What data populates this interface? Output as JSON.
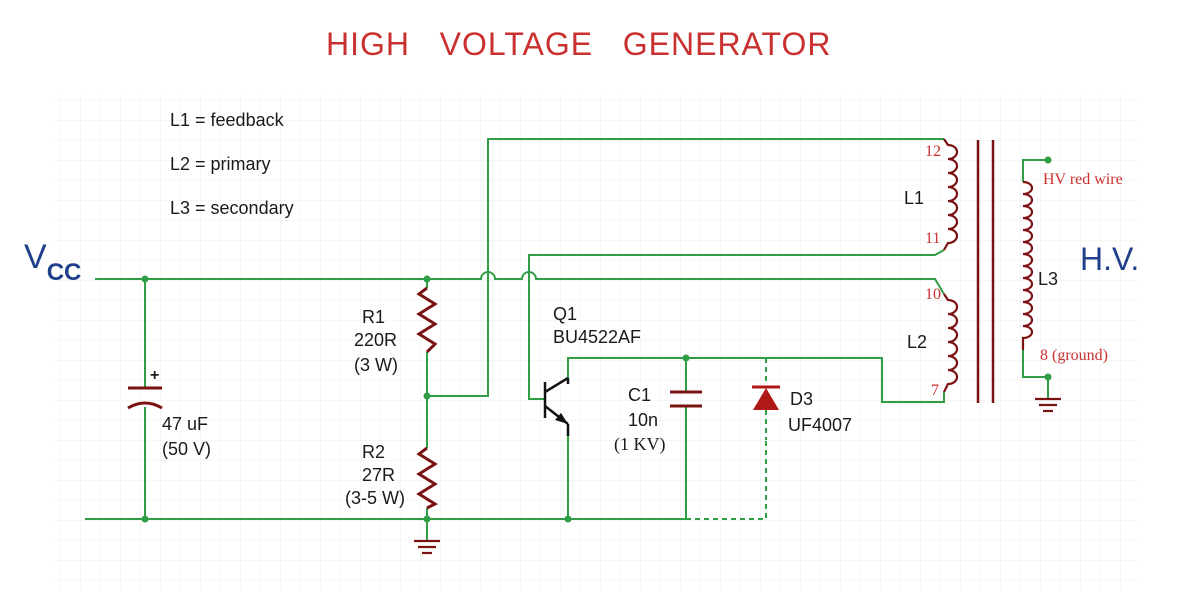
{
  "title": "HIGH   VOLTAGE   GENERATOR",
  "legend": {
    "l1": "L1 = feedback",
    "l2": "L2 = primary",
    "l3": "L3 = secondary"
  },
  "labels": {
    "vcc_v": "V",
    "vcc_sub": "CC",
    "hv": "H.V.",
    "r1_name": "R1",
    "r1_value": "220R",
    "r1_rating": "(3 W)",
    "r2_name": "R2",
    "r2_value": "27R",
    "r2_rating": "(3-5 W)",
    "cap_value": "47 uF",
    "cap_rating": "(50 V)",
    "cap_plus": "+",
    "q1_name": "Q1",
    "q1_part": "BU4522AF",
    "c1_name": "C1",
    "c1_value": "10n",
    "c1_rating": "(1 KV)",
    "d3_name": "D3",
    "d3_part": "UF4007",
    "l1": "L1",
    "l2": "L2",
    "l3": "L3"
  },
  "pins": {
    "p12": "12",
    "p11": "11",
    "p10": "10",
    "p7": "7",
    "hv_wire": "HV red wire",
    "ground": "8 (ground)"
  },
  "colors": {
    "title": "#c8312f",
    "wire": "#2f9e44",
    "component": "#7a1212",
    "vcc_hv": "#1f3f8a",
    "pin_numbers": "#c8312f"
  }
}
